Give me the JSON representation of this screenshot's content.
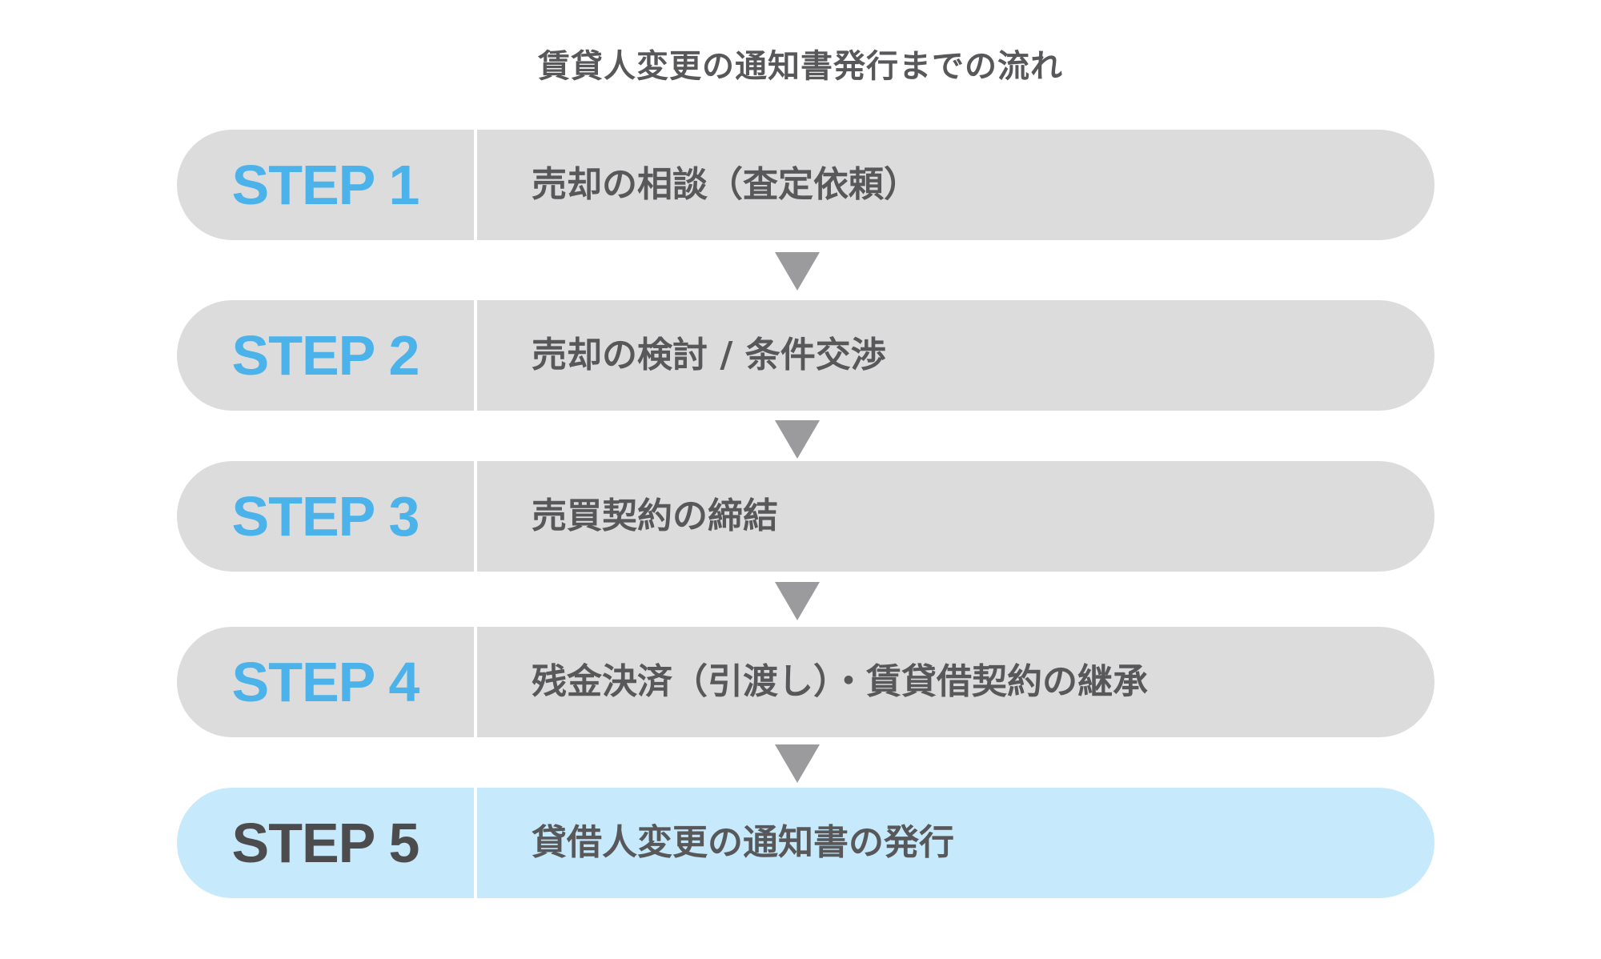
{
  "title": "賃貸人変更の通知書発行までの流れ",
  "steps": [
    {
      "label": "STEP 1",
      "text": "売却の相談（査定依頼）"
    },
    {
      "label": "STEP 2",
      "text": "売却の検討 / 条件交渉"
    },
    {
      "label": "STEP 3",
      "text": "売買契約の締結"
    },
    {
      "label": "STEP 4",
      "text": "残金決済（引渡し）・賃貸借契約の継承"
    },
    {
      "label": "STEP 5",
      "text": "貸借人変更の通知書の発行"
    }
  ],
  "highlighted_step": 5,
  "colors": {
    "step_box": "#dcdcdd",
    "highlight_box": "#c6e9fb",
    "step_label": "#4cb3ea",
    "highlight_label": "#4c4c4e",
    "text": "#58585a",
    "arrow": "#9b9b9e"
  },
  "icons": {
    "arrow": "down-triangle-arrow-icon"
  }
}
